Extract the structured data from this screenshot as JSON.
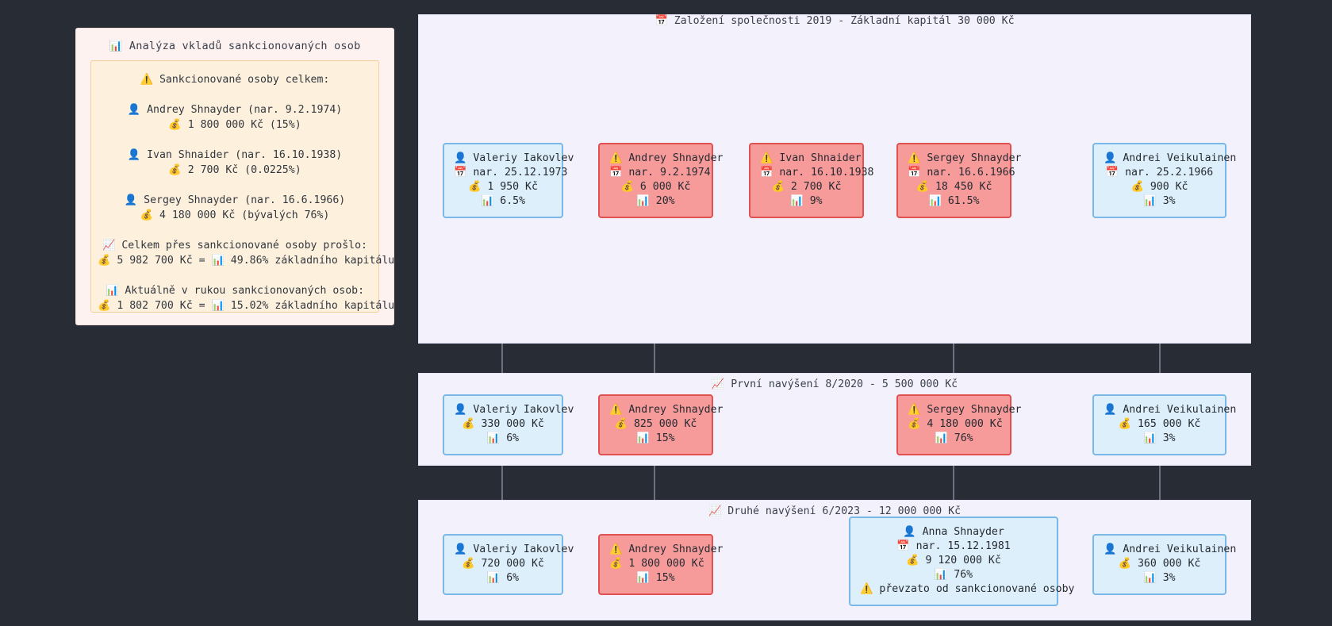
{
  "analysis": {
    "title": "📊 Analýza vkladů sankcionovaných osob",
    "heading": "⚠️ Sankcionované osoby celkem:",
    "people": [
      {
        "name": "👤 Andrey Shnayder (nar. 9.2.1974)",
        "amount": "💰 1 800 000 Kč (15%)"
      },
      {
        "name": "👤 Ivan Shnaider (nar. 16.10.1938)",
        "amount": "💰 2 700 Kč (0.0225%)"
      },
      {
        "name": "👤 Sergey Shnayder (nar. 16.6.1966)",
        "amount": "💰 4 180 000 Kč (bývalých 76%)"
      }
    ],
    "totals": [
      {
        "label": "📈 Celkem přes sankcionované osoby prošlo:",
        "value": "💰 5 982 700 Kč = 📊 49.86% základního kapitálu"
      },
      {
        "label": "📊 Aktuálně v rukou sankcionovaných osob:",
        "value": "💰 1 802 700 Kč = 📊 15.02% základního kapitálu"
      }
    ]
  },
  "stages": [
    {
      "title": "📅 Založení společnosti 2019 - Základní kapitál 30 000 Kč",
      "boxes": [
        {
          "type": "blue",
          "name": "👤 Valeriy Iakovlev",
          "birth": "📅 nar. 25.12.1973",
          "amount": "💰 1 950 Kč",
          "share": "📊 6.5%"
        },
        {
          "type": "red",
          "name": "⚠️ Andrey Shnayder",
          "birth": "📅 nar. 9.2.1974",
          "amount": "💰 6 000 Kč",
          "share": "📊 20%"
        },
        {
          "type": "red",
          "name": "⚠️ Ivan Shnaider",
          "birth": "📅 nar. 16.10.1938",
          "amount": "💰 2 700 Kč",
          "share": "📊 9%"
        },
        {
          "type": "red",
          "name": "⚠️ Sergey Shnayder",
          "birth": "📅 nar. 16.6.1966",
          "amount": "💰 18 450 Kč",
          "share": "📊 61.5%"
        },
        {
          "type": "blue",
          "name": "👤 Andrei Veikulainen",
          "birth": "📅 nar. 25.2.1966",
          "amount": "💰 900 Kč",
          "share": "📊 3%"
        }
      ]
    },
    {
      "title": "📈 První navýšení 8/2020 - 5 500 000 Kč",
      "boxes": [
        {
          "type": "blue",
          "name": "👤 Valeriy Iakovlev",
          "amount": "💰 330 000 Kč",
          "share": "📊 6%"
        },
        {
          "type": "red",
          "name": "⚠️ Andrey Shnayder",
          "amount": "💰 825 000 Kč",
          "share": "📊 15%"
        },
        {
          "type": "red",
          "name": "⚠️ Sergey Shnayder",
          "amount": "💰 4 180 000 Kč",
          "share": "📊 76%"
        },
        {
          "type": "blue",
          "name": "👤 Andrei Veikulainen",
          "amount": "💰 165 000 Kč",
          "share": "📊 3%"
        }
      ]
    },
    {
      "title": "📈 Druhé navýšení 6/2023 - 12 000 000 Kč",
      "boxes": [
        {
          "type": "blue",
          "name": "👤 Valeriy Iakovlev",
          "amount": "💰 720 000 Kč",
          "share": "📊 6%"
        },
        {
          "type": "red",
          "name": "⚠️ Andrey Shnayder",
          "amount": "💰 1 800 000 Kč",
          "share": "📊 15%"
        },
        {
          "type": "blue",
          "name": "👤 Anna Shnayder",
          "birth": "📅 nar. 15.12.1981",
          "amount": "💰 9 120 000 Kč",
          "share": "📊 76%",
          "note": "⚠️ převzato od sankcionované osoby"
        },
        {
          "type": "blue",
          "name": "👤 Andrei Veikulainen",
          "amount": "💰 360 000 Kč",
          "share": "📊 3%"
        }
      ]
    }
  ],
  "colors": {
    "background": "#282c34",
    "panel": "#f3f2fc",
    "analysis_bg": "#fdf2f0",
    "analysis_inner_bg": "#fdf1dd",
    "blue_box": "#ddeffb",
    "blue_border": "#7ab8e8",
    "red_box": "#f69a9a",
    "red_border": "#e05252",
    "connector": "#6b7180"
  }
}
